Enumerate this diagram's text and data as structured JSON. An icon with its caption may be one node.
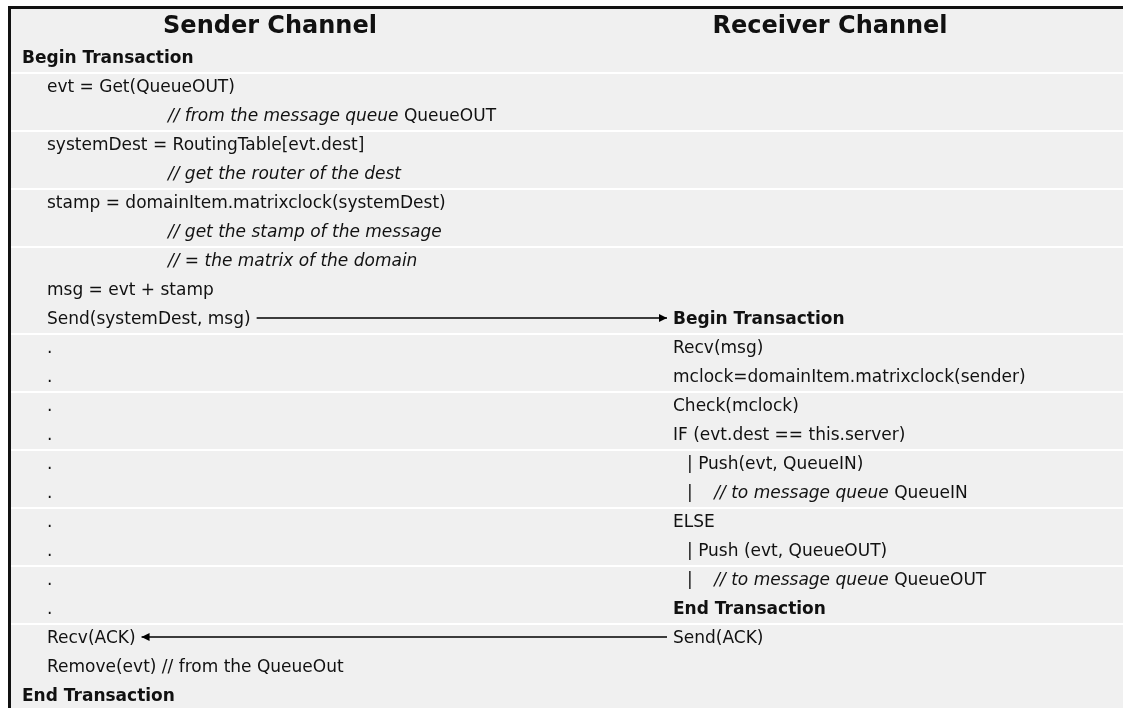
{
  "diagram": {
    "nodes": [
      {
        "text": [
          "Send(systemDest, msg)"
        ]
      },
      {
        "text": [
          "Begin Transaction"
        ]
      },
      {
        "text": [
          "Recv(ACK)"
        ]
      },
      {
        "text": [
          "Send(ACK)"
        ]
      }
    ],
    "edges": [
      {
        "from": 0,
        "to": 1,
        "arrow": "to"
      },
      {
        "from": 3,
        "to": 2,
        "arrow": "to"
      }
    ],
    "labels": [
      "Sender Channel",
      "Receiver Channel",
      "Begin Transaction",
      "evt = Get(QueueOUT)",
      "*// from the message queue* QueueOUT",
      "systemDest = RoutingTable[evt.dest]",
      "// get the router of the dest",
      "stamp = domainItem.matrixclock(systemDest)",
      "// get the stamp of the message",
      "// = the matrix of the domain",
      "msg = evt + stamp",
      ".",
      "Recv(msg)",
      ".",
      "mclock=domainItem.matrixclock(sender)",
      ".",
      "Check(mclock)",
      ".",
      "IF (evt.dest == this.server)",
      ".",
      "| Push(evt, QueueIN)",
      ".",
      "|    *// to message queue* QueueIN",
      ".",
      "ELSE",
      ".",
      "| Push (evt, QueueOUT)",
      ".",
      "|    *// to message queue* QueueOUT",
      ".",
      "End Transaction",
      "Remove(evt) // from the QueueOut",
      "End Transaction"
    ]
  }
}
